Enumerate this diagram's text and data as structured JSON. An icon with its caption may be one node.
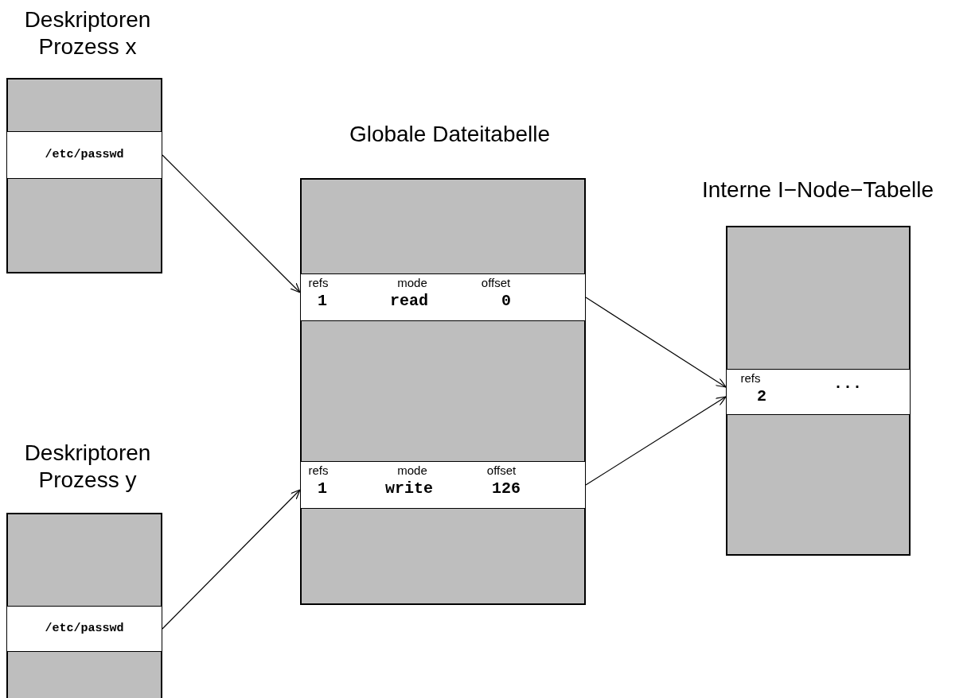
{
  "diagram": {
    "nodes": [
      {
        "text": [
          "Deskriptoren Prozess x"
        ]
      },
      {
        "text": [
          "/etc/passwd"
        ],
        "in": 0
      },
      {
        "text": [
          "Globale Dateitabelle"
        ]
      },
      {
        "text": [
          "refs",
          "mode",
          "offset",
          "1",
          "read",
          "0"
        ],
        "in": 2
      },
      {
        "text": [
          "refs",
          "mode",
          "offset",
          "1",
          "write",
          "126"
        ],
        "in": 2
      },
      {
        "text": [
          "Interne I−Node−Tabelle"
        ]
      },
      {
        "text": [
          "refs",
          "2",
          "..."
        ],
        "in": 5
      },
      {
        "text": [
          "Deskriptoren Prozess y"
        ]
      },
      {
        "text": [
          "/etc/passwd"
        ],
        "in": 7
      }
    ],
    "edges": [
      {
        "from": 1,
        "to": 3,
        "arrow": "to"
      },
      {
        "from": 3,
        "to": 6,
        "arrow": "to"
      },
      {
        "from": 4,
        "to": 6,
        "arrow": "to"
      },
      {
        "from": 8,
        "to": 4,
        "arrow": "to"
      }
    ]
  }
}
